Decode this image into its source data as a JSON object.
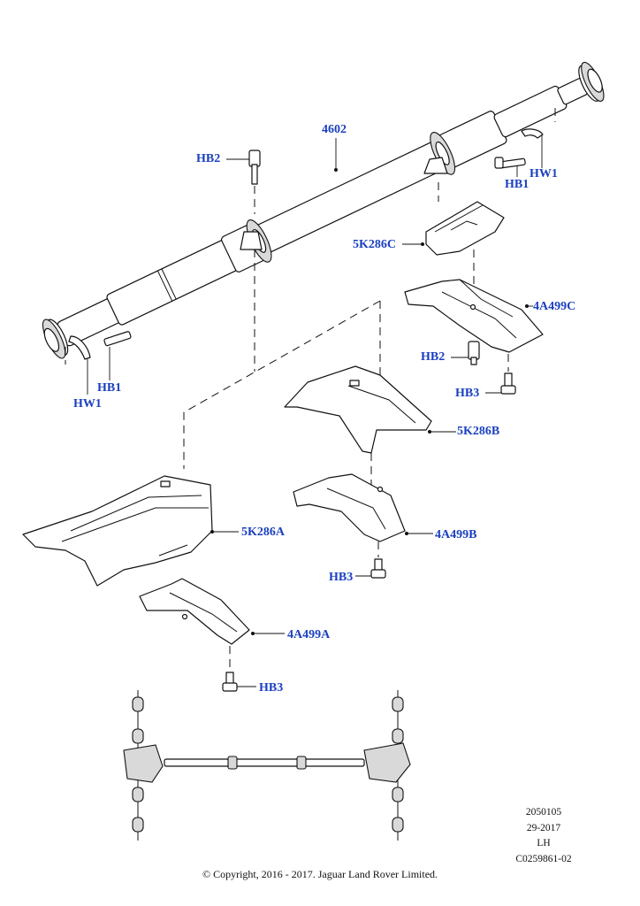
{
  "callouts": {
    "propshaft": "4602",
    "hb2_top": "HB2",
    "hb1_right": "HB1",
    "hw1_right": "HW1",
    "hb1_left": "HB1",
    "hw1_left": "HW1",
    "heatshield_c": "5K286C",
    "bracket_c": "4A499C",
    "hb2_mid": "HB2",
    "hb3_c": "HB3",
    "heatshield_b": "5K286B",
    "bracket_b": "4A499B",
    "hb3_b": "HB3",
    "heatshield_a": "5K286A",
    "bracket_a": "4A499A",
    "hb3_a": "HB3"
  },
  "reference": {
    "code": "2050105",
    "date": "29-2017",
    "side": "LH",
    "illustration_id": "C0259861-02"
  },
  "copyright": "© Copyright, 2016 - 2017. Jaguar Land Rover Limited.",
  "icons": [
    "propeller-shaft",
    "centre-bearing",
    "heat-shield",
    "mounting-bracket",
    "bolt",
    "washer",
    "vehicle-driveline-locator"
  ]
}
